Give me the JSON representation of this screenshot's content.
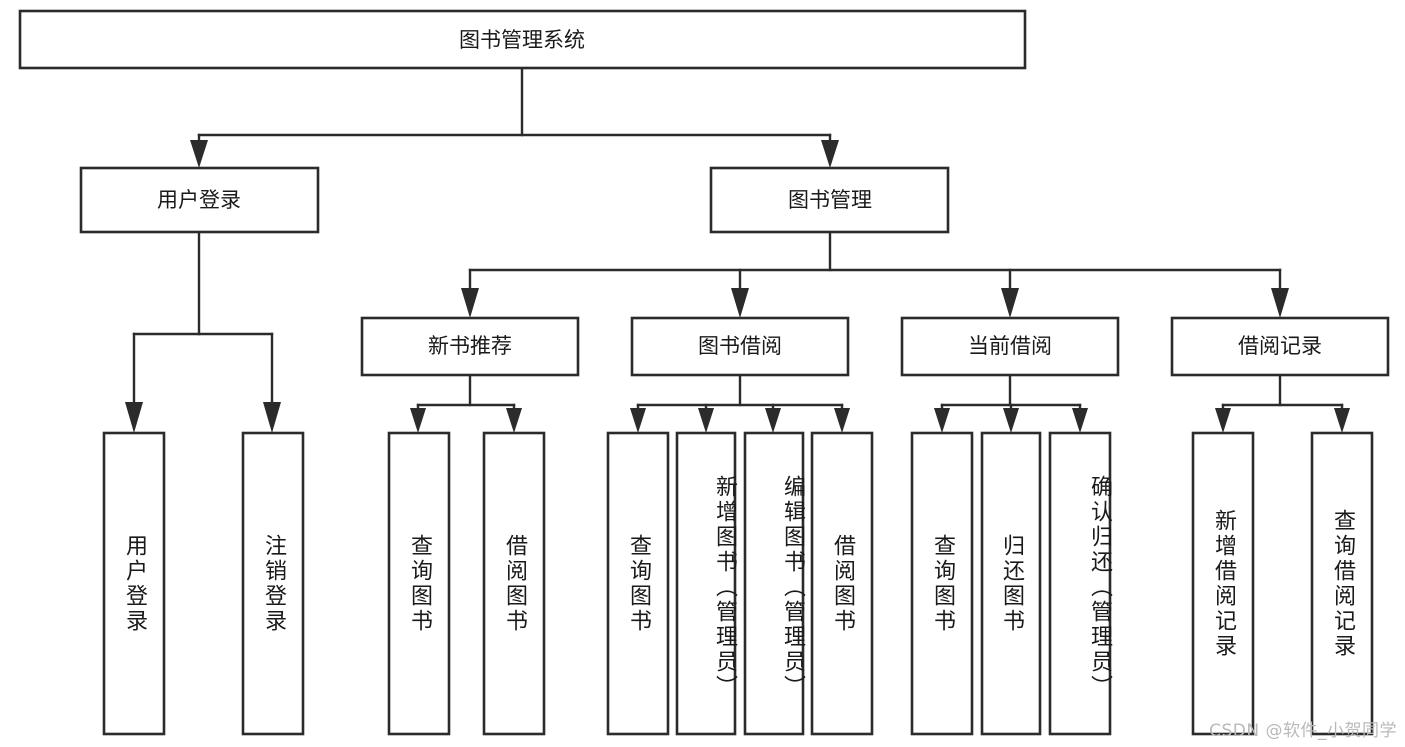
{
  "diagram": {
    "title": "图书管理系统",
    "type": "hierarchy-tree",
    "watermark": "CSDN @软件_小贺同学",
    "colors": {
      "stroke": "#2b2b2b",
      "fill": "#ffffff",
      "text": "#1a1a1a",
      "watermark": "#b9b9b9"
    },
    "levels": {
      "level1": [
        {
          "id": "root",
          "label": "图书管理系统",
          "orientation": "horizontal"
        }
      ],
      "level2": [
        {
          "id": "login",
          "label": "用户登录",
          "orientation": "horizontal",
          "parent": "root"
        },
        {
          "id": "bookmgmt",
          "label": "图书管理",
          "orientation": "horizontal",
          "parent": "root"
        }
      ],
      "level3": [
        {
          "id": "newbook",
          "label": "新书推荐",
          "orientation": "horizontal",
          "parent": "bookmgmt"
        },
        {
          "id": "borrow",
          "label": "图书借阅",
          "orientation": "horizontal",
          "parent": "bookmgmt"
        },
        {
          "id": "current",
          "label": "当前借阅",
          "orientation": "horizontal",
          "parent": "bookmgmt"
        },
        {
          "id": "records",
          "label": "借阅记录",
          "orientation": "horizontal",
          "parent": "bookmgmt"
        }
      ],
      "level4": [
        {
          "id": "leaf-login-1",
          "label": "用户登录",
          "orientation": "vertical",
          "parent": "login"
        },
        {
          "id": "leaf-login-2",
          "label": "注销登录",
          "orientation": "vertical",
          "parent": "login"
        },
        {
          "id": "leaf-newbook-1",
          "label": "查询图书",
          "orientation": "vertical",
          "parent": "newbook"
        },
        {
          "id": "leaf-newbook-2",
          "label": "借阅图书",
          "orientation": "vertical",
          "parent": "newbook"
        },
        {
          "id": "leaf-borrow-1",
          "label": "查询图书",
          "orientation": "vertical",
          "parent": "borrow"
        },
        {
          "id": "leaf-borrow-2",
          "label": "新增图书（管理员）",
          "orientation": "vertical",
          "parent": "borrow"
        },
        {
          "id": "leaf-borrow-3",
          "label": "编辑图书（管理员）",
          "orientation": "vertical",
          "parent": "borrow"
        },
        {
          "id": "leaf-borrow-4",
          "label": "借阅图书",
          "orientation": "vertical",
          "parent": "borrow"
        },
        {
          "id": "leaf-current-1",
          "label": "查询图书",
          "orientation": "vertical",
          "parent": "current"
        },
        {
          "id": "leaf-current-2",
          "label": "归还图书",
          "orientation": "vertical",
          "parent": "current"
        },
        {
          "id": "leaf-current-3",
          "label": "确认归还（管理员）",
          "orientation": "vertical",
          "parent": "current"
        },
        {
          "id": "leaf-records-1",
          "label": "新增借阅记录",
          "orientation": "vertical",
          "parent": "records"
        },
        {
          "id": "leaf-records-2",
          "label": "查询借阅记录",
          "orientation": "vertical",
          "parent": "records"
        }
      ]
    }
  }
}
